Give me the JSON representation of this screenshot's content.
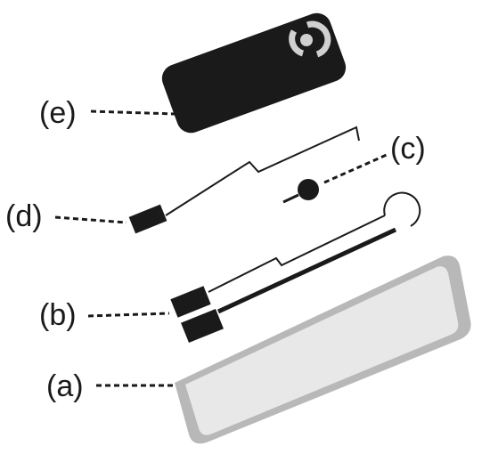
{
  "labels": {
    "a": "(a)",
    "b": "(b)",
    "c": "(c)",
    "d": "(d)",
    "e": "(e)"
  },
  "colors": {
    "ink": "#1a1a1a",
    "housing_shell": "#b8b8b8",
    "housing_face": "#e8e8e8",
    "cover": "#1a1a1a",
    "logo": "#d0d0d0"
  },
  "parts": {
    "a": "housing-base",
    "b": "wire-assembly-with-connectors",
    "c": "ball-element",
    "d": "single-wire-with-connector",
    "e": "top-cover-with-logo"
  }
}
